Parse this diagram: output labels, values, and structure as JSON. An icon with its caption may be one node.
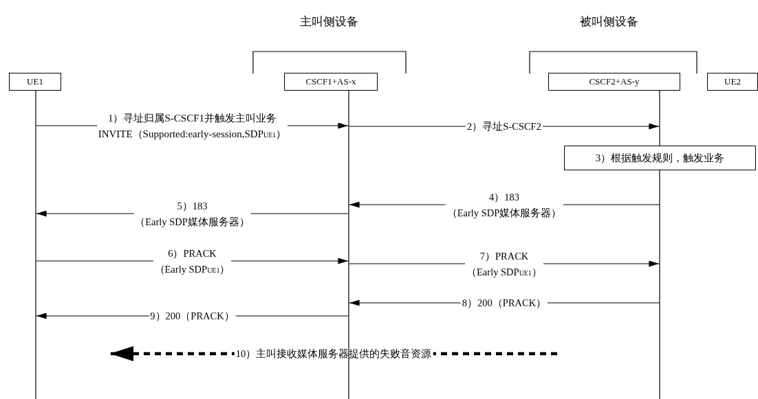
{
  "diagram": {
    "nodes": [
      {
        "text": [
          "UE1"
        ]
      },
      {
        "text": [
          "CSCF1+AS-x"
        ]
      },
      {
        "text": [
          "CSCF2+AS-y"
        ]
      },
      {
        "text": [
          "UE2"
        ]
      },
      {
        "text": [
          "3）根据触发规则，触发业务"
        ]
      }
    ],
    "edges": [
      {
        "from": 0,
        "to": 1,
        "arrow": "to",
        "label": "1）寻址归属S-CSCF1并触发主叫业务 INVITE（Supported:early-session,SDP$_{UE1}$）"
      },
      {
        "from": 1,
        "to": 2,
        "arrow": "to",
        "label": "2）寻址S-CSCF2"
      },
      {
        "from": 2,
        "to": 1,
        "arrow": "to",
        "label": "4）183 （Early SDP媒体服务器）"
      },
      {
        "from": 1,
        "to": 0,
        "arrow": "to",
        "label": "5）183 （Early SDP媒体服务器）"
      },
      {
        "from": 0,
        "to": 1,
        "arrow": "to",
        "label": "6）PRACK （Early SDP$_{UE1}$）"
      },
      {
        "from": 1,
        "to": 2,
        "arrow": "to",
        "label": "7）PRACK （Early SDP$_{UE1}$）"
      },
      {
        "from": 2,
        "to": 1,
        "arrow": "to",
        "label": "8）200（PRACK）"
      },
      {
        "from": 1,
        "to": 0,
        "arrow": "to",
        "label": "9）200（PRACK）"
      }
    ],
    "labels": [
      "主叫侧设备",
      "被叫侧设备",
      "10）主叫接收媒体服务器提供的失败音资源"
    ]
  }
}
